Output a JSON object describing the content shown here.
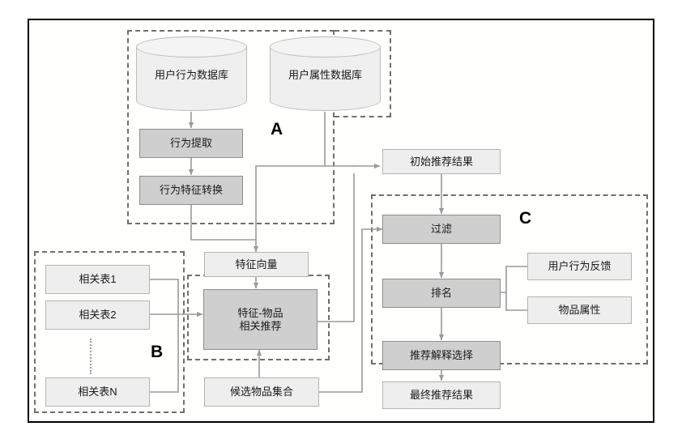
{
  "diagram": {
    "type": "flowchart",
    "title": "",
    "groups": [
      {
        "id": "A",
        "label": "A"
      },
      {
        "id": "B",
        "label": "B"
      },
      {
        "id": "C",
        "label": "C"
      }
    ],
    "nodes": {
      "user_behavior_db": "用户行为数据库",
      "user_attribute_db": "用户属性数据库",
      "behavior_extraction": "行为提取",
      "behavior_feature_transform": "行为特征转换",
      "feature_vector": "特征向量",
      "relation_table_1": "相关表1",
      "relation_table_2": "相关表2",
      "relation_table_n": "相关表N",
      "feature_item_recommend_line1": "特征-物品",
      "feature_item_recommend_line2": "相关推荐",
      "candidate_item_set": "候选物品集合",
      "initial_recommend_result": "初始推荐结果",
      "filter": "过滤",
      "ranking": "排名",
      "user_behavior_feedback": "用户行为反馈",
      "item_attribute": "物品属性",
      "recommend_explanation_select": "推荐解释选择",
      "final_recommend_result": "最终推荐结果"
    },
    "colors": {
      "frame_border": "#000000",
      "dark_fill": "#cfcfcf",
      "light_fill": "#eeeeee",
      "cylinder_fill": "#efefef",
      "node_border": "#9b9b9b",
      "group_border": "#6f6f6f",
      "wire": "#8f8f8f",
      "page_background": "#ffffff"
    }
  }
}
